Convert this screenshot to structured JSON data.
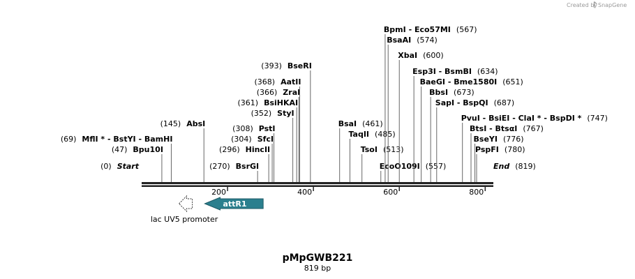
{
  "credit": {
    "created_by": "Created by",
    "app": "SnapGene"
  },
  "map": {
    "name": "pMpGWB221",
    "length_label": "819 bp",
    "length": 819,
    "ticks": [
      200,
      400,
      600,
      800
    ]
  },
  "sites": [
    {
      "name": "Start",
      "pos": 0,
      "pos_label": "(0)",
      "style": "endpoint",
      "label_side": "right"
    },
    {
      "name": "Bpu10I",
      "pos": 47,
      "pos_label": "(47)",
      "label_side": "right"
    },
    {
      "name": "MflI * - BstYI - BamHI",
      "pos": 69,
      "pos_label": "(69)",
      "label_side": "right"
    },
    {
      "name": "AbsI",
      "pos": 145,
      "pos_label": "(145)",
      "label_side": "right"
    },
    {
      "name": "BsrGI",
      "pos": 270,
      "pos_label": "(270)",
      "label_side": "right"
    },
    {
      "name": "HincII",
      "pos": 296,
      "pos_label": "(296)",
      "label_side": "right"
    },
    {
      "name": "SfcI",
      "pos": 304,
      "pos_label": "(304)",
      "label_side": "right"
    },
    {
      "name": "PstI",
      "pos": 308,
      "pos_label": "(308)",
      "label_side": "right"
    },
    {
      "name": "StyI",
      "pos": 352,
      "pos_label": "(352)",
      "label_side": "right"
    },
    {
      "name": "BsiHKAI",
      "pos": 361,
      "pos_label": "(361)",
      "label_side": "right"
    },
    {
      "name": "ZraI",
      "pos": 366,
      "pos_label": "(366)",
      "label_side": "right"
    },
    {
      "name": "AatII",
      "pos": 368,
      "pos_label": "(368)",
      "label_side": "right"
    },
    {
      "name": "BseRI",
      "pos": 393,
      "pos_label": "(393)",
      "label_side": "right"
    },
    {
      "name": "BsaI",
      "pos": 461,
      "pos_label": "(461)",
      "label_side": "left"
    },
    {
      "name": "TaqII",
      "pos": 485,
      "pos_label": "(485)",
      "label_side": "left"
    },
    {
      "name": "TsoI",
      "pos": 513,
      "pos_label": "(513)",
      "label_side": "left"
    },
    {
      "name": "EcoO109I",
      "pos": 557,
      "pos_label": "(557)",
      "label_side": "left"
    },
    {
      "name": "BpmI - Eco57MI",
      "pos": 567,
      "pos_label": "(567)",
      "label_side": "left"
    },
    {
      "name": "BsaAI",
      "pos": 574,
      "pos_label": "(574)",
      "label_side": "left"
    },
    {
      "name": "XbaI",
      "pos": 600,
      "pos_label": "(600)",
      "label_side": "left"
    },
    {
      "name": "Esp3I - BsmBI",
      "pos": 634,
      "pos_label": "(634)",
      "label_side": "left"
    },
    {
      "name": "BaeGI - Bme1580I",
      "pos": 651,
      "pos_label": "(651)",
      "label_side": "left"
    },
    {
      "name": "BbsI",
      "pos": 673,
      "pos_label": "(673)",
      "label_side": "left"
    },
    {
      "name": "SapI - BspQI",
      "pos": 687,
      "pos_label": "(687)",
      "label_side": "left"
    },
    {
      "name": "PvuI - BsiEI - ClaI * - BspDI *",
      "pos": 747,
      "pos_label": "(747)",
      "label_side": "left"
    },
    {
      "name": "BtsI - BtsαI",
      "pos": 767,
      "pos_label": "(767)",
      "label_side": "left"
    },
    {
      "name": "BseYI",
      "pos": 776,
      "pos_label": "(776)",
      "label_side": "left"
    },
    {
      "name": "PspFI",
      "pos": 780,
      "pos_label": "(780)",
      "label_side": "left"
    },
    {
      "name": "End",
      "pos": 819,
      "pos_label": "(819)",
      "style": "endpoint",
      "label_side": "left"
    }
  ],
  "features": [
    {
      "name": "attR1",
      "type": "arrow",
      "color": "#2b7f8e",
      "direction": "left",
      "start": 147,
      "end": 283
    },
    {
      "name": "lac UV5 promoter",
      "type": "promoter",
      "color": "#ffffff",
      "direction": "left",
      "start": 87,
      "end": 118
    }
  ]
}
